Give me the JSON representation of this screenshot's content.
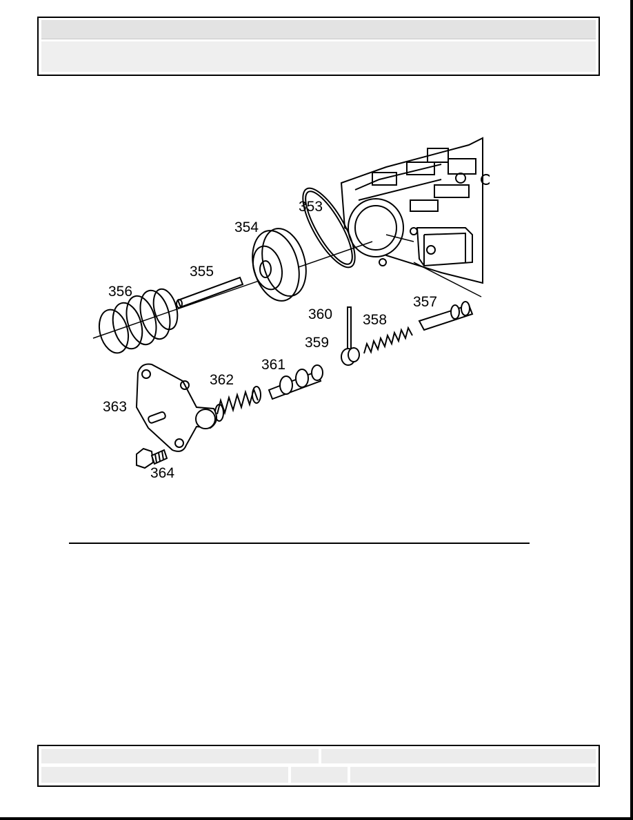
{
  "header": {
    "title": "",
    "subtitle": ""
  },
  "figure": {
    "callouts": [
      {
        "id": "c353",
        "label": "353"
      },
      {
        "id": "c354",
        "label": "354"
      },
      {
        "id": "c355",
        "label": "355"
      },
      {
        "id": "c356",
        "label": "356"
      },
      {
        "id": "c357",
        "label": "357"
      },
      {
        "id": "c358",
        "label": "358"
      },
      {
        "id": "c359",
        "label": "359"
      },
      {
        "id": "c360",
        "label": "360"
      },
      {
        "id": "c361",
        "label": "361"
      },
      {
        "id": "c362",
        "label": "362"
      },
      {
        "id": "c363",
        "label": "363"
      },
      {
        "id": "c364",
        "label": "364"
      }
    ]
  },
  "footer": {
    "cell1": "",
    "cell2": "",
    "cell3": "",
    "cell4": "",
    "cell5": ""
  }
}
